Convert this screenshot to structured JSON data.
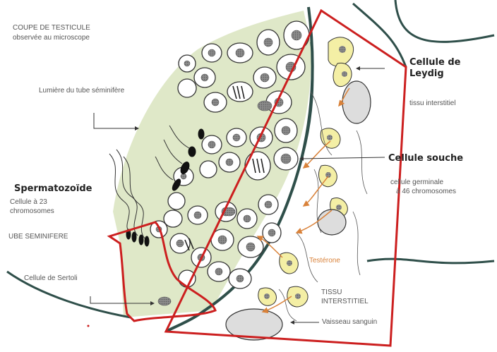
{
  "title": {
    "line1": "COUPE DE TESTICULE",
    "line2": "observée au microscope"
  },
  "labels": {
    "lumen": "Lumière du tube séminifère",
    "leydig_line1": "Cellule de",
    "leydig_line2": "Leydig",
    "interstitial_tissue": "tissu interstitiel",
    "stem_cell": "Cellule souche",
    "germinal_line1": "cellule germinale",
    "germinal_line2": "à 46 chromosomes",
    "sperm": "Spermatozoïde",
    "sperm_line1": "Cellule à 23",
    "sperm_line2": "chromosomes",
    "tube": "UBE SEMINIFERE",
    "sertoli": "Cellule de Sertoli",
    "testosterone": "Testérone",
    "tissu_line1": "TISSU",
    "tissu_line2": "INTERSTITIEL",
    "vessel": "Vaisseau sanguin"
  },
  "colors": {
    "lumen_green": "#dfe8c8",
    "tubule_wall": "#2f4f4a",
    "annotation_red": "#cc1f1f",
    "leydig_yellow": "#f4efa5",
    "arrow_orange": "#d9823a",
    "nucleus_grey": "#9a9a9a"
  }
}
